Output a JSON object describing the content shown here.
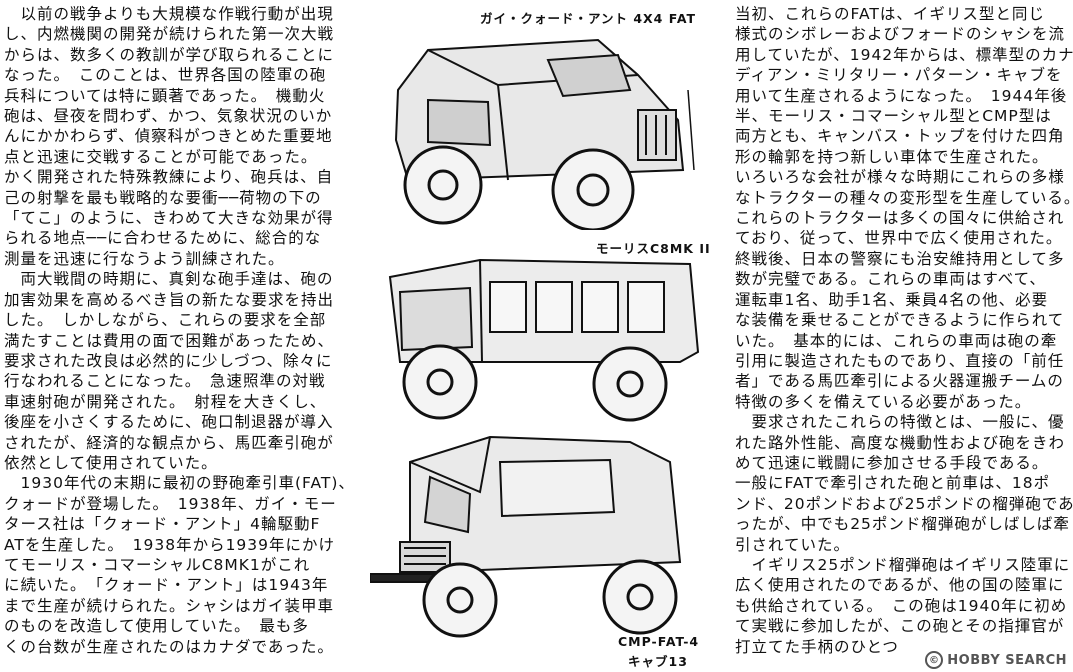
{
  "left_column": {
    "lines": [
      "　以前の戦争よりも大規模な作戦行動が出現",
      "し、内燃機関の開発が続けられた第一次大戦",
      "からは、数多くの教訓が学び取られることに",
      "なった。　このことは、世界各国の陸軍の砲",
      "兵科については特に顕著であった。　機動火",
      "砲は、昼夜を問わず、かつ、気象状況のいか",
      "んにかかわらず、偵察科がつきとめた重要地",
      "点と迅速に交戦することが可能であった。",
      "かく開発された特殊教練により、砲兵は、自",
      "己の射撃を最も戦略的な要衝──荷物の下の",
      "「てこ」のように、きわめて大きな効果が得",
      "られる地点──に合わせるために、総合的な",
      "測量を迅速に行なうよう訓練された。",
      "　両大戦間の時期に、真剣な砲手達は、砲の",
      "加害効果を高めるべき旨の新たな要求を持出",
      "した。　しかしながら、これらの要求を全部",
      "満たすことは費用の面で困難があったため、",
      "要求された改良は必然的に少しづつ、除々に",
      "行なわれることになった。　急速照準の対戦",
      "車速射砲が開発された。　射程を大きくし、",
      "後座を小さくするために、砲口制退器が導入",
      "されたが、経済的な観点から、馬匹牽引砲が",
      "依然として使用されていた。",
      "　1930年代の末期に最初の野砲牽引車(FAT)、",
      "クォードが登場した。　1938年、ガイ・モー",
      "タース社は「クォード・アント」4輪駆動F",
      "ATを生産した。　1938年から1939年にかけ",
      "てモーリス・コマーシャルC8MK1がこれ",
      "に続いた。　「クォード・アント」は1943年",
      "まで生産が続けられた。シャシはガイ装甲車",
      "のものを改造して使用していた。　最も多",
      "くの台数が生産されたのはカナダであった。"
    ]
  },
  "right_column": {
    "lines": [
      "当初、これらのFATは、イギリス型と同じ",
      "様式のシボレーおよびフォードのシャシを流",
      "用していたが、1942年からは、標準型のカナ",
      "ディアン・ミリタリー・パターン・キャブを",
      "用いて生産されるようになった。　1944年後",
      "半、モーリス・コマーシャル型とCMP型は",
      "両方とも、キャンバス・トップを付けた四角",
      "形の輪郭を持つ新しい車体で生産された。",
      "いろいろな会社が様々な時期にこれらの多様",
      "なトラクターの種々の変形型を生産している。",
      "これらのトラクターは多くの国々に供給され",
      "ており、従って、世界中で広く使用された。",
      "終戦後、日本の警察にも治安維持用として多",
      "数が完璧である。これらの車両はすべて、",
      "運転車1名、助手1名、乗員4名の他、必要",
      "な装備を乗せることができるように作られて",
      "いた。　基本的には、これらの車両は砲の牽",
      "引用に製造されたものであり、直接の「前任",
      "者」である馬匹牽引による火器運搬チームの",
      "特徴の多くを備えている必要があった。",
      "　要求されたこれらの特徴とは、一般に、優",
      "れた路外性能、高度な機動性および砲をきわ",
      "めて迅速に戦闘に参加させる手段である。",
      "一般にFATで牽引された砲と前車は、18ポ",
      "ンド、20ポンドおよび25ポンドの榴弾砲であ",
      "ったが、中でも25ポンド榴弾砲がしばしば牽",
      "引されていた。",
      "　イギリス25ポンド榴弾砲はイギリス陸軍に",
      "広く使用されたのであるが、他の国の陸軍に",
      "も供給されている。　この砲は1940年に初め",
      "て実戦に参加したが、この砲とその指揮官が",
      "打立てた手柄のひとつ"
    ]
  },
  "illustrations": {
    "top_caption": "ガイ・クォード・アント 4X4 FAT",
    "middle_caption": "モーリスC8MK II",
    "bottom_caption_line1": "CMP-FAT-4",
    "bottom_caption_line2": "キャブ13"
  },
  "watermark": {
    "text": "HOBBY SEARCH",
    "symbol": "©"
  }
}
